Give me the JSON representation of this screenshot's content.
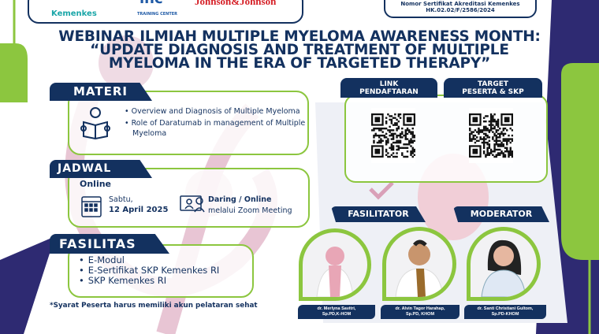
{
  "logos": {
    "kemenkes": "Kemenkes",
    "ihc": "ihc",
    "ihc_sub": "TRAINING CENTER",
    "jnj": "Johnson&Johnson"
  },
  "certificate": {
    "line1": "Nomor Sertifikat Akreditasi Kemenkes",
    "line2": "HK.02.02/F/2586/2024"
  },
  "title": {
    "line1": "WEBINAR ILMIAH MULTIPLE MYELOMA AWARENESS MONTH:",
    "line2": "“UPDATE DIAGNOSIS AND TREATMENT OF MULTIPLE",
    "line3": "MYELOMA IN THE ERA OF TARGETED THERAPY”"
  },
  "materi": {
    "label": "MATERI",
    "items": [
      "Overview and Diagnosis of Multiple Myeloma",
      "Role of Daratumab in management of Multiple Myeloma"
    ]
  },
  "jadwal": {
    "label": "JADWAL",
    "mode": "Online",
    "day": "Sabtu,",
    "date": "12 April 2025",
    "platform_title": "Daring / Online",
    "platform_detail": "melalui Zoom Meeting"
  },
  "fasilitas": {
    "label": "FASILITAS",
    "items": [
      "E-Modul",
      "E-Sertifikat SKP Kemenkes RI",
      "SKP Kemenkes RI"
    ]
  },
  "note": "*Syarat Peserta harus memiliki akun pelataran sehat",
  "links": {
    "registration_l1": "LINK",
    "registration_l2": "PENDAFTARAN",
    "target_l1": "TARGET",
    "target_l2": "PESERTA & SKP"
  },
  "speakers": {
    "fasilitator_label": "FASILITATOR",
    "moderator_label": "MODERATOR",
    "people": [
      {
        "name": "dr. Merlyna Savitri,",
        "title": "Sp.PD,K-HOM"
      },
      {
        "name": "dr. Alvin Tagor Harahap,",
        "title": "Sp.PD, KHOM"
      },
      {
        "name": "dr. Santi Christiani Gultom,",
        "title": "Sp.PD-KHOM"
      }
    ]
  },
  "colors": {
    "navy": "#13315f",
    "green": "#8cc63f",
    "purple": "#2e2a72",
    "red": "#d51f26",
    "pink": "#d9a0b8"
  }
}
